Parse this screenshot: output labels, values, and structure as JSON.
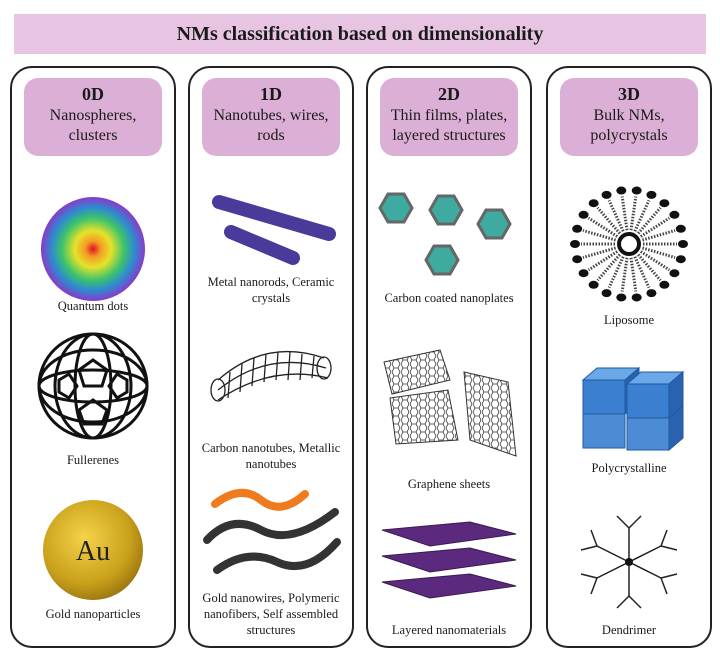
{
  "title": "NMs classification based on dimensionality",
  "columns": [
    {
      "dim": "0D",
      "desc": "Nanospheres, clusters",
      "items": [
        "Quantum dots",
        "Fullerenes",
        "Gold nanoparticles"
      ],
      "au_label": "Au"
    },
    {
      "dim": "1D",
      "desc": "Nanotubes, wires, rods",
      "items": [
        "Metal nanorods, Ceramic crystals",
        "Carbon nanotubes, Metallic nanotubes",
        "Gold nanowires, Polymeric nanofibers, Self assembled structures"
      ]
    },
    {
      "dim": "2D",
      "desc": "Thin films, plates, layered structures",
      "items": [
        "Carbon coated nanoplates",
        "Graphene sheets",
        "Layered nanomaterials"
      ]
    },
    {
      "dim": "3D",
      "desc": "Bulk NMs, polycrystals",
      "items": [
        "Liposome",
        "Polycrystalline",
        "Dendrimer"
      ]
    }
  ],
  "colors": {
    "header_bg": "#e7c5e2",
    "tag_bg": "#dcb0d6",
    "hexagon": "#3eaaa0",
    "rod": "#4a3a9a",
    "layer": "#5b2a7e",
    "cube": "#3a7fd0",
    "gold": "#c9a01a"
  }
}
